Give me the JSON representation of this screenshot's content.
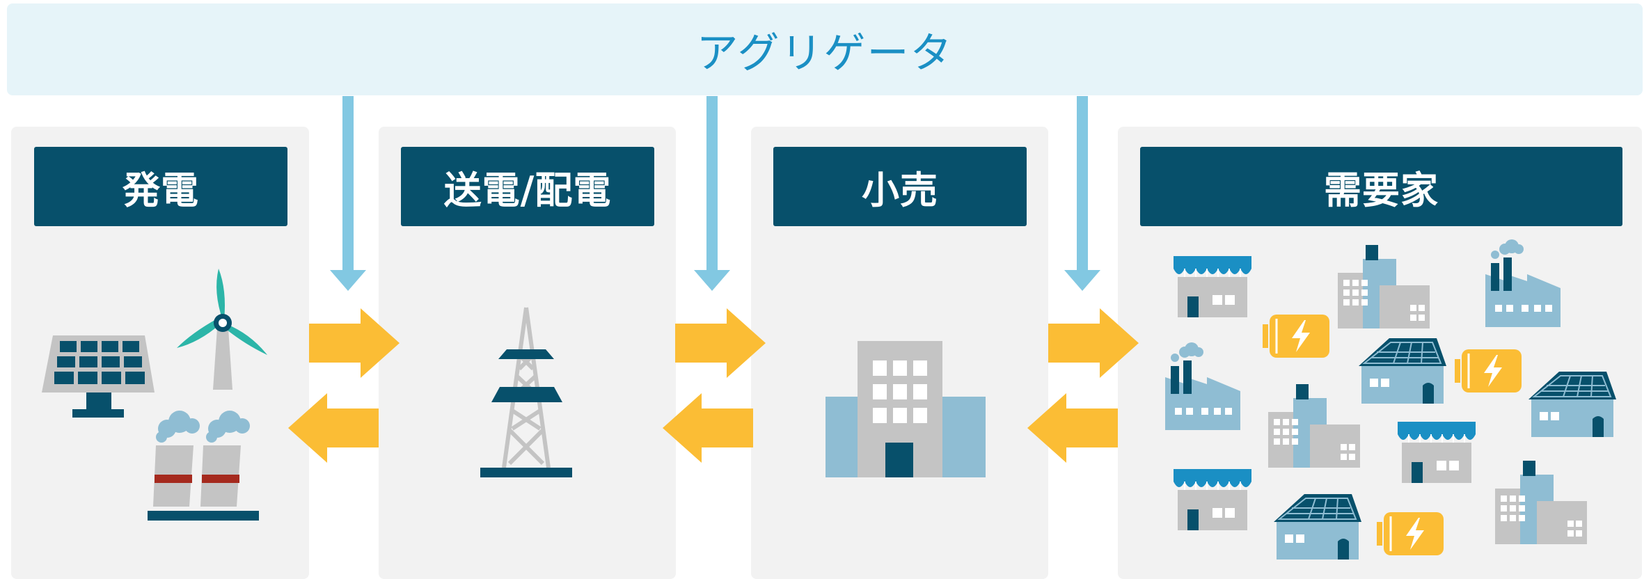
{
  "aggregator": {
    "label": "アグリゲータ"
  },
  "stages": [
    {
      "label": "発電"
    },
    {
      "label": "送電/配電"
    },
    {
      "label": "小売"
    },
    {
      "label": "需要家"
    }
  ],
  "colors": {
    "banner_bg": "#e6f4f9",
    "banner_text": "#1a8fc4",
    "header_bg": "#07506b",
    "panel_bg": "#f2f2f2",
    "down_arrow": "#82c8e2",
    "flow_arrow": "#fbbd35"
  },
  "icons": {
    "generation": [
      "solar-panel-icon",
      "wind-turbine-icon",
      "power-plant-icon"
    ],
    "transmission": [
      "transmission-tower-icon"
    ],
    "retail": [
      "office-building-icon"
    ],
    "consumers": [
      "store-icon",
      "building-icon",
      "factory-icon",
      "battery-icon",
      "house-solar-icon"
    ]
  }
}
